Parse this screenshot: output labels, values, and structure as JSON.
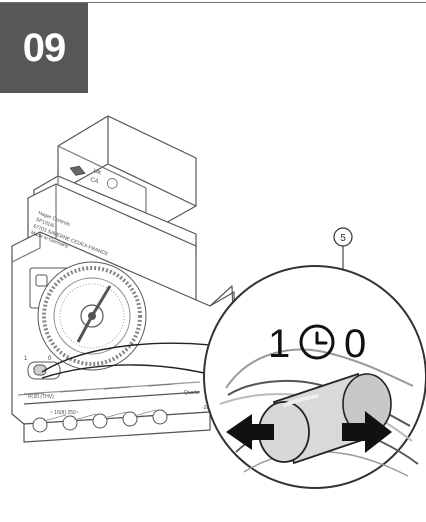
{
  "step": {
    "number": "09"
  },
  "device": {
    "label_lines": [
      "Hager Controls",
      "SP101/6",
      "67703 SAVERNE CEDEX-FRANCE",
      "Made in Germany"
    ],
    "cert_marks": [
      "UK",
      "CA"
    ],
    "bottom_text": "IP,20 (THV)",
    "range_text": "~ 16(8) 250~",
    "mode_text": "Quartz",
    "temp_text": "-20T"
  },
  "callout": {
    "number": "5"
  },
  "switch": {
    "left_label": "1",
    "right_label": "0",
    "clock_icon": "clock-icon"
  },
  "colors": {
    "badge": "#575757",
    "line": "#555555",
    "knob": "#d9d9d9"
  }
}
